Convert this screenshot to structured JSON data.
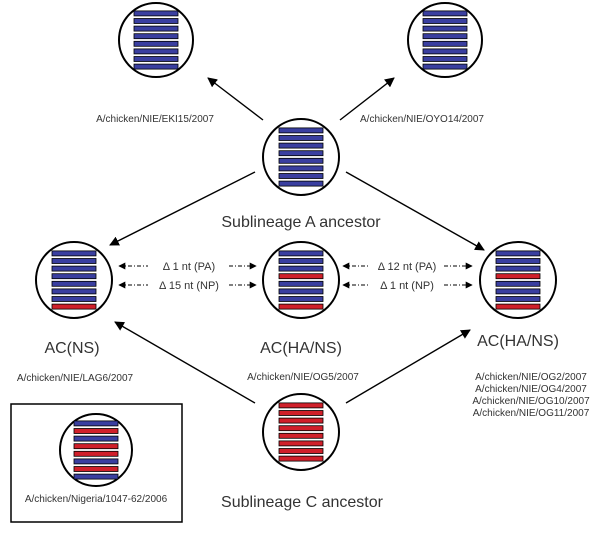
{
  "colors": {
    "blue": "#3a3fa0",
    "red": "#d0202a",
    "outline": "#000000",
    "text": "#333333"
  },
  "nodes": [
    {
      "id": "eki15",
      "label": "A/chicken/NIE/EKI15/2007",
      "segments": [
        "blue",
        "blue",
        "blue",
        "blue",
        "blue",
        "blue",
        "blue",
        "blue"
      ]
    },
    {
      "id": "oyo14",
      "label": "A/chicken/NIE/OYO14/2007",
      "segments": [
        "blue",
        "blue",
        "blue",
        "blue",
        "blue",
        "blue",
        "blue",
        "blue"
      ]
    },
    {
      "id": "ancestorA",
      "label": "Sublineage A ancestor",
      "segments": [
        "blue",
        "blue",
        "blue",
        "blue",
        "blue",
        "blue",
        "blue",
        "blue"
      ]
    },
    {
      "id": "lag6",
      "title": "AC(NS)",
      "label": "A/chicken/NIE/LAG6/2007",
      "segments": [
        "blue",
        "blue",
        "blue",
        "blue",
        "blue",
        "blue",
        "blue",
        "red"
      ]
    },
    {
      "id": "og5",
      "title": "AC(HA/NS)",
      "label": "A/chicken/NIE/OG5/2007",
      "segments": [
        "blue",
        "blue",
        "blue",
        "red",
        "blue",
        "blue",
        "blue",
        "red"
      ]
    },
    {
      "id": "og2group",
      "title": "AC(HA/NS)",
      "labels": [
        "A/chicken/NIE/OG2/2007",
        "A/chicken/NIE/OG4/2007",
        "A/chicken/NIE/OG10/2007",
        "A/chicken/NIE/OG11/2007"
      ],
      "segments": [
        "blue",
        "blue",
        "blue",
        "red",
        "blue",
        "blue",
        "blue",
        "red"
      ]
    },
    {
      "id": "ancestorC",
      "label": "Sublineage C ancestor",
      "segments": [
        "red",
        "red",
        "red",
        "red",
        "red",
        "red",
        "red",
        "red"
      ]
    },
    {
      "id": "nigeria",
      "label": "A/chicken/Nigeria/1047-62/2006",
      "segments": [
        "blue",
        "red",
        "blue",
        "red",
        "red",
        "blue",
        "red",
        "blue"
      ]
    }
  ],
  "differences": {
    "left": [
      "Δ 1 nt (PA)",
      "Δ 15 nt (NP)"
    ],
    "right": [
      "Δ 12 nt (PA)",
      "Δ 1 nt (NP)"
    ]
  }
}
